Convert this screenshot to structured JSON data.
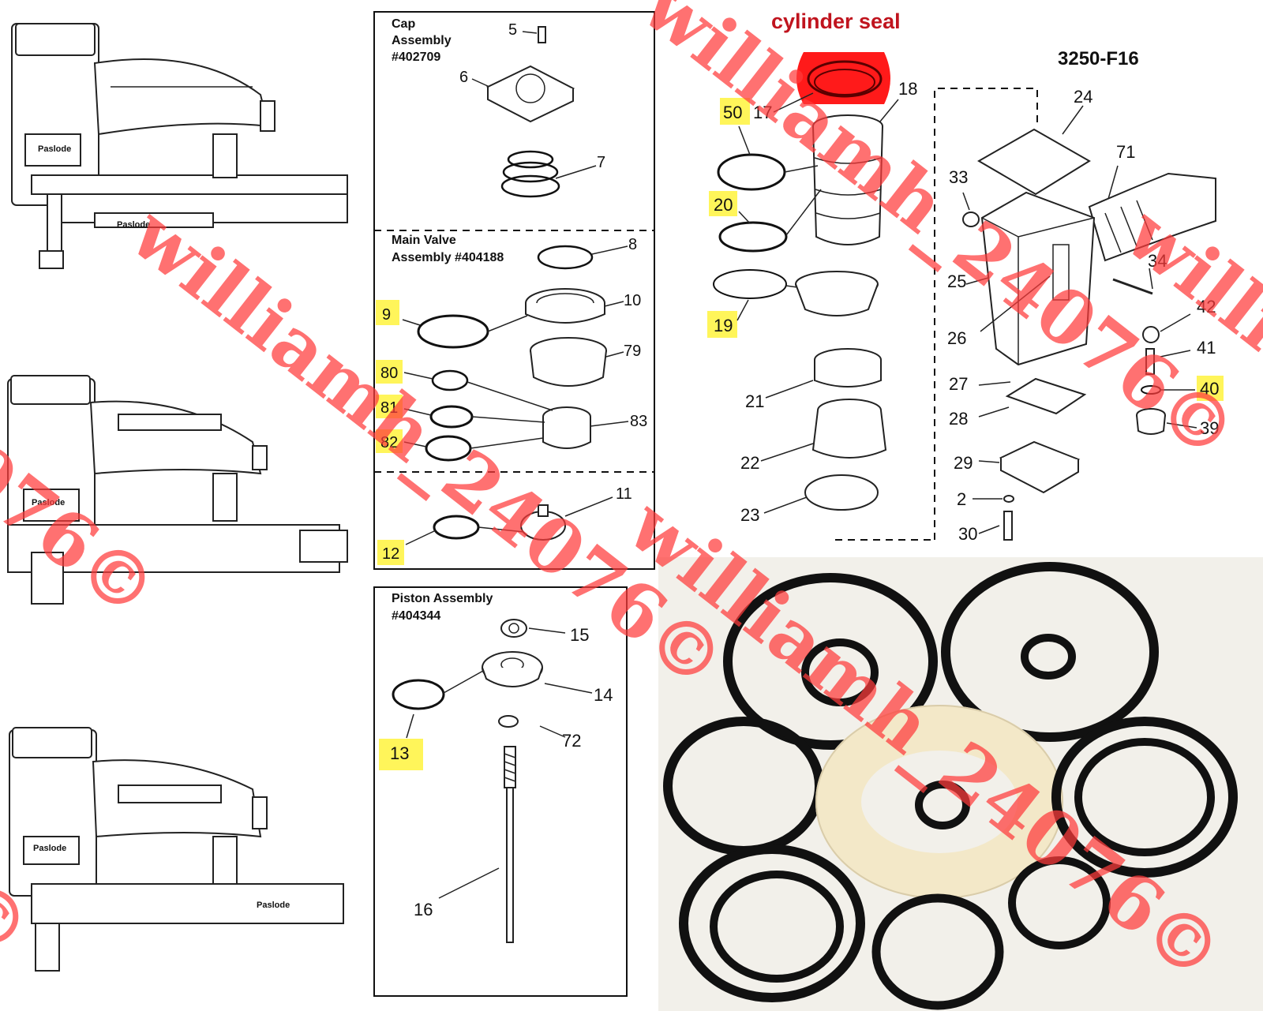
{
  "colors": {
    "highlight": "#fff55a",
    "seal_red": "#ff1a1a",
    "watermark": "#ff3b3b",
    "photo_bg": "#f2f0ea",
    "cylinder_seal_ring": "#f3e8c8"
  },
  "tools": [
    {
      "brand": "Paslode"
    },
    {
      "brand": "Paslode"
    },
    {
      "brand": "Paslode"
    }
  ],
  "assemblies": {
    "cap": {
      "title": "Cap",
      "subtitle": "Assembly",
      "number": "#402709"
    },
    "main_valve": {
      "title": "Main Valve",
      "subtitle": "Assembly #404188"
    },
    "piston": {
      "title": "Piston Assembly",
      "number": "#404344"
    }
  },
  "cylinder_seal_label": "cylinder seal",
  "model": "3250-F16",
  "part_numbers": {
    "p5": "5",
    "p6": "6",
    "p7": "7",
    "p8": "8",
    "p9": "9",
    "p10": "10",
    "p79": "79",
    "p80": "80",
    "p81": "81",
    "p82": "82",
    "p83": "83",
    "p11": "11",
    "p12": "12",
    "p15": "15",
    "p14": "14",
    "p13": "13",
    "p72": "72",
    "p16": "16",
    "p17": "17",
    "p18": "18",
    "p50": "50",
    "p20": "20",
    "p19": "19",
    "p21": "21",
    "p22": "22",
    "p23": "23",
    "p24": "24",
    "p71": "71",
    "p33": "33",
    "p25": "25",
    "p34": "34",
    "p26": "26",
    "p42": "42",
    "p41": "41",
    "p40": "40",
    "p27": "27",
    "p28": "28",
    "p39": "39",
    "p29": "29",
    "p2": "2",
    "p30": "30"
  },
  "highlighted_parts": [
    "9",
    "80",
    "81",
    "82",
    "12",
    "13",
    "50",
    "20",
    "19",
    "40"
  ],
  "watermark": "williamh_24076©"
}
